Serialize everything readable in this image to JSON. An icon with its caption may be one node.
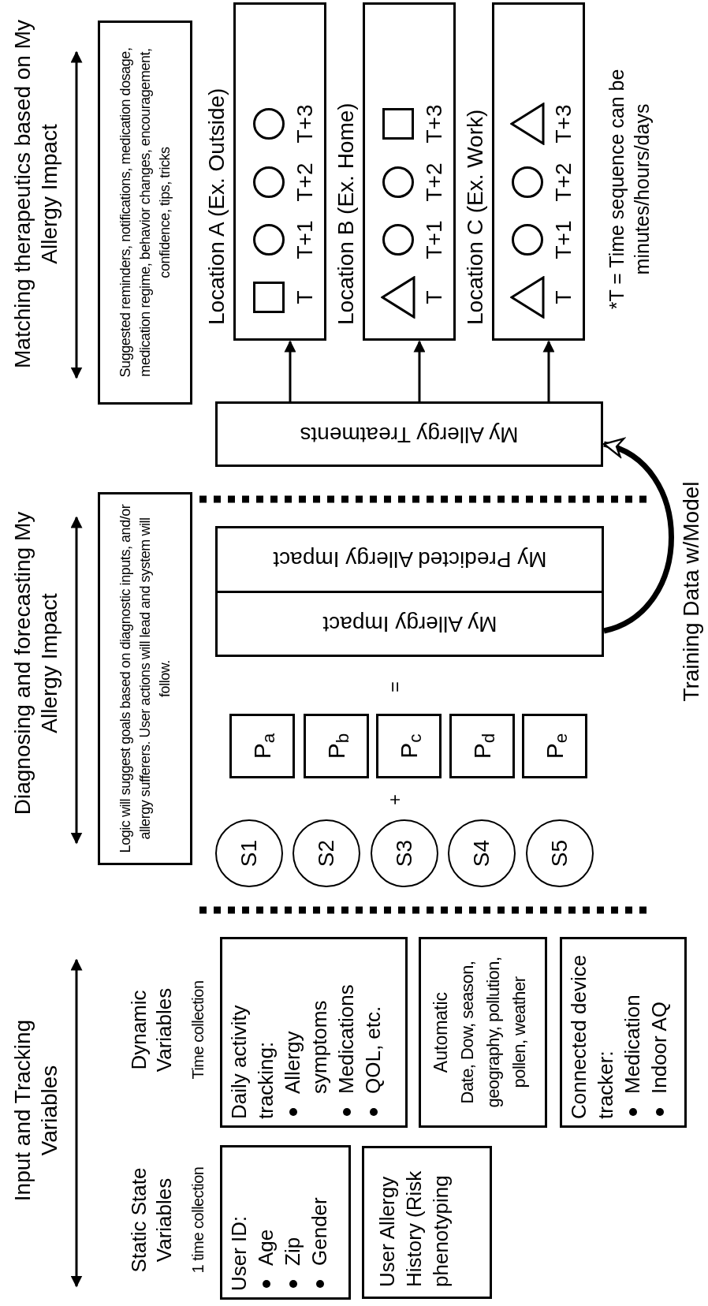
{
  "diagram": {
    "nodes": [
      {
        "text": [
          "User ID:",
          "Age",
          "Zip",
          "Gender"
        ]
      },
      {
        "text": [
          "User Allergy History (Risk phenotyping"
        ]
      },
      {
        "text": [
          "Daily activity tracking:",
          "Allergy symptoms",
          "Medications",
          "QOL, etc."
        ]
      },
      {
        "text": [
          "Automatic",
          "Date, Dow, season, geography, pollution, pollen, weather"
        ]
      },
      {
        "text": [
          "Connected device tracker:",
          "Medication",
          "Indoor AQ"
        ]
      },
      {
        "text": [
          "Logic will suggest goals based on diagnostic inputs, and/or allergy sufferers. User actions will lead and system will follow."
        ]
      },
      {
        "text": [
          "S1"
        ]
      },
      {
        "text": [
          "S2"
        ]
      },
      {
        "text": [
          "S3"
        ]
      },
      {
        "text": [
          "S4"
        ]
      },
      {
        "text": [
          "S5"
        ]
      },
      {
        "text": [
          "P$_{a}$"
        ]
      },
      {
        "text": [
          "P$_{b}$"
        ]
      },
      {
        "text": [
          "P$_{c}$"
        ]
      },
      {
        "text": [
          "P$_{d}$"
        ]
      },
      {
        "text": [
          "P$_{e}$"
        ]
      },
      {
        "text": [
          "My Allergy Impact"
        ]
      },
      {
        "text": [
          "My Predicted Allergy Impact"
        ]
      },
      {
        "text": [
          "Suggested reminders, notifications, medication dosage, medication regime, behavior changes, encouragement, confidence, tips, tricks"
        ]
      },
      {
        "text": [
          "My Allergy Treatments"
        ]
      },
      {
        "text": [
          "Location A (Ex. Outside)",
          "T",
          "T+1",
          "T+2",
          "T+3"
        ]
      },
      {
        "text": [],
        "shape": "box",
        "in": 20
      },
      {
        "text": [],
        "shape": "circle",
        "in": 20
      },
      {
        "text": [],
        "shape": "circle",
        "in": 20
      },
      {
        "text": [],
        "shape": "circle",
        "in": 20
      },
      {
        "text": [
          "Location B (Ex. Home)",
          "T",
          "T+1",
          "T+2",
          "T+3"
        ]
      },
      {
        "text": [],
        "shape": "triangle",
        "in": 25
      },
      {
        "text": [],
        "shape": "circle",
        "in": 25
      },
      {
        "text": [],
        "shape": "circle",
        "in": 25
      },
      {
        "text": [],
        "shape": "box",
        "in": 25
      },
      {
        "text": [
          "Location C (Ex. Work)",
          "T",
          "T+1",
          "T+2",
          "T+3"
        ]
      },
      {
        "text": [],
        "shape": "triangle",
        "in": 30
      },
      {
        "text": [],
        "shape": "circle",
        "in": 30
      },
      {
        "text": [],
        "shape": "circle",
        "in": 30
      },
      {
        "text": [],
        "shape": "triangle",
        "in": 30
      }
    ],
    "edges": [
      {
        "from": 16,
        "to": 19,
        "arrow": "to",
        "label": "Training Data w/Model",
        "style": "thick"
      },
      {
        "from": 19,
        "to": 20,
        "arrow": "to"
      },
      {
        "from": 19,
        "to": 25,
        "arrow": "to"
      },
      {
        "from": 19,
        "to": 30,
        "arrow": "to"
      }
    ],
    "labels": [
      "Input and Tracking Variables",
      "Static State Variables",
      "1 time collection",
      "Dynamic Variables",
      "Time collection",
      "Diagnosing and forecasting My Allergy Impact",
      "+",
      "=",
      "Matching therapeutics based on My Allergy Impact",
      "*T = Time sequence can be minutes/hours/days"
    ]
  }
}
